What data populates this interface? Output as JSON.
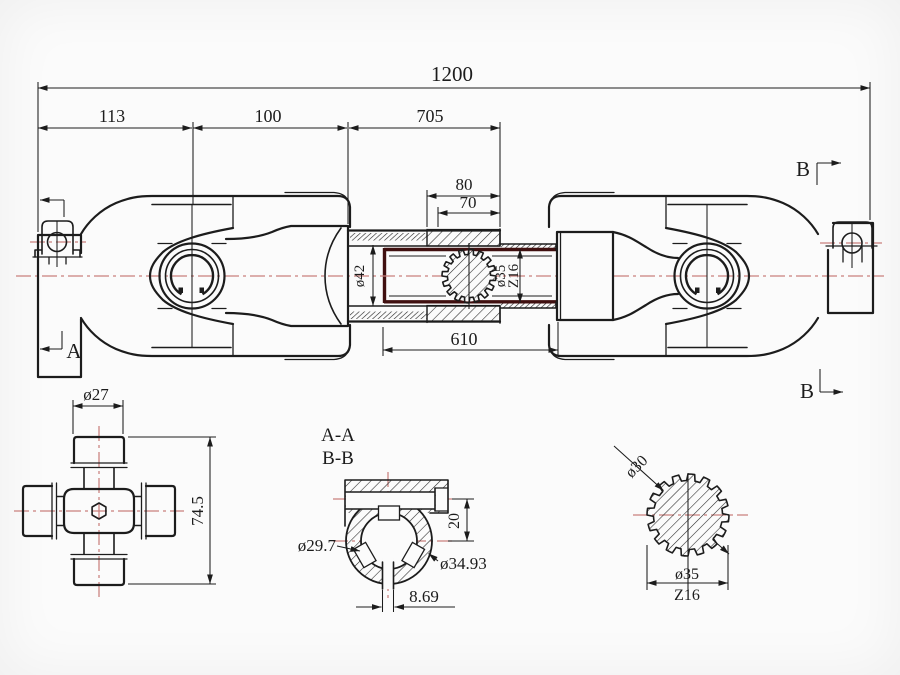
{
  "drawing": {
    "main": {
      "dim_overall": "1200",
      "dim_a": "113",
      "dim_b": "100",
      "dim_c": "705",
      "dim_d": "80",
      "dim_e": "70",
      "dim_f": "610",
      "dim_tube_od": "ø42",
      "dim_spline_od": "ø35",
      "dim_spline_teeth": "Z16",
      "marker_a": "A",
      "marker_b": "B"
    },
    "cross_view": {
      "dim_cap_od": "ø27",
      "dim_length": "74.5"
    },
    "section_view": {
      "label_aa": "A-A",
      "label_bb": "B-B",
      "dim_bore": "ø29.7",
      "dim_spline_major": "ø34.93",
      "dim_offset": "20",
      "dim_slot": "8.69"
    },
    "spline_view": {
      "dim_minor": "ø30",
      "dim_major": "ø35",
      "dim_teeth": "Z16"
    },
    "colors": {
      "line": "#1c1c1c",
      "centerline": "#c9807d",
      "inner_tube": "#401010"
    }
  }
}
